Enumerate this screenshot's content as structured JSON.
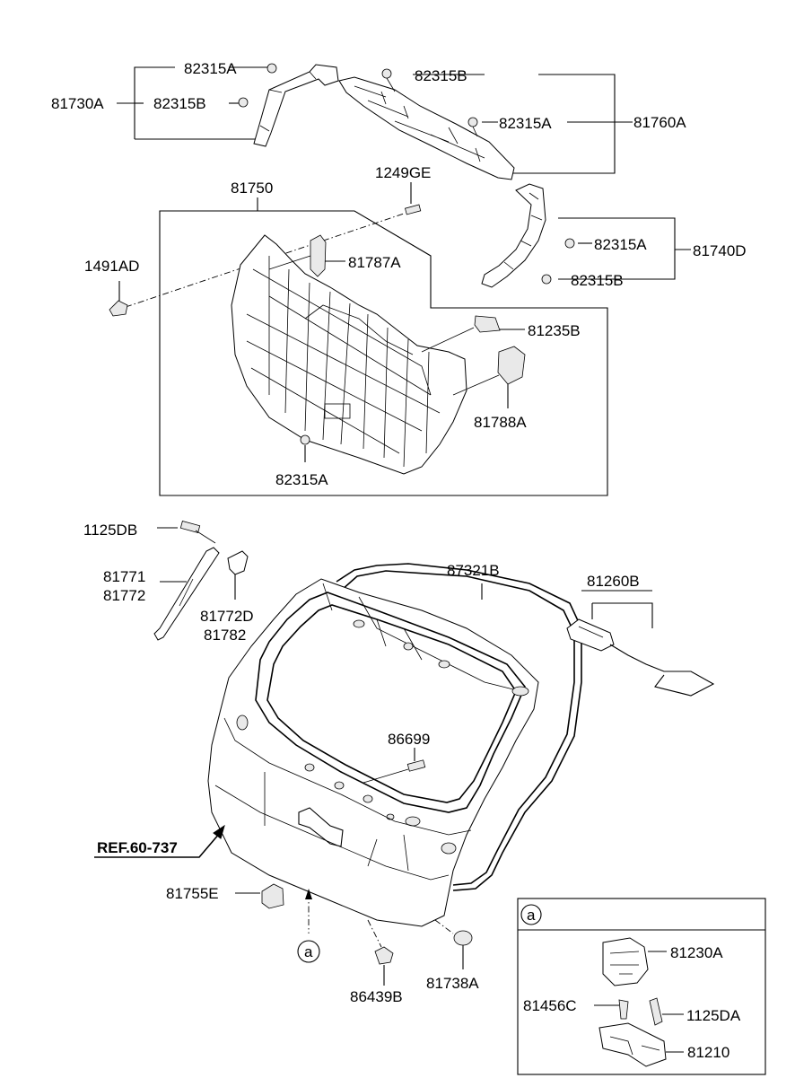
{
  "callouts": {
    "p82315A_1": "82315A",
    "p81730A": "81730A",
    "p82315B_1": "82315B",
    "p82315B_2": "82315B",
    "p82315A_2": "82315A",
    "p81760A": "81760A",
    "p81750": "81750",
    "p1249GE": "1249GE",
    "p1491AD": "1491AD",
    "p81787A": "81787A",
    "p82315A_3": "82315A",
    "p81740D": "81740D",
    "p82315B_3": "82315B",
    "p81235B": "81235B",
    "p81788A": "81788A",
    "p82315A_4": "82315A",
    "p1125DB": "1125DB",
    "p81771": "81771",
    "p81772": "81772",
    "p81772D": "81772D",
    "p81782": "81782",
    "p87321B": "87321B",
    "p81260B": "81260B",
    "p86699": "86699",
    "ref": "REF.60-737",
    "p81755E": "81755E",
    "circle_a": "a",
    "p86439B": "86439B",
    "p81738A": "81738A",
    "inset_a": "a",
    "p81230A": "81230A",
    "p81456C": "81456C",
    "p1125DA": "1125DA",
    "p81210": "81210"
  }
}
